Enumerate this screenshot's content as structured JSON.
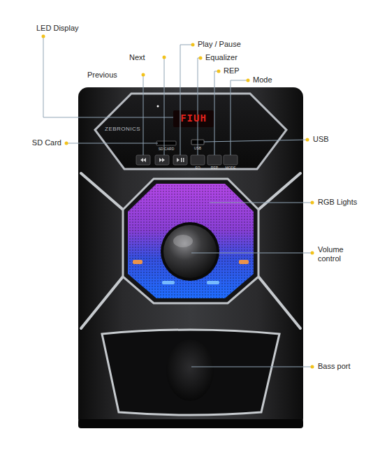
{
  "diagram": {
    "labels": [
      "LED Display",
      "Next",
      "Previous",
      "Play / Pause",
      "Equalizer",
      "REP",
      "Mode",
      "SD Card",
      "USB",
      "RGB Lights",
      "Volume control",
      "Bass port",
      "FIUH",
      "ZEBRONICS",
      "SD CARD",
      "USB",
      "EQ",
      "REP",
      "MODE"
    ]
  }
}
